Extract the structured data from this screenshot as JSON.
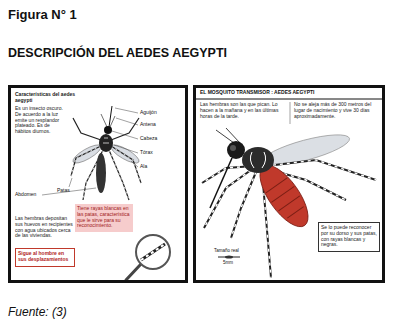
{
  "diagram": {
    "title": "DESCRIPCIÓN DEL AEDES AEGYPTI",
    "caption": "Fuente: (3)",
    "nodes": [
      {
        "text": [
          "Características del aedes aegypti",
          "Es un insecto oscuro. De acuerdo a la luz emite un resplandor plateado. Es de hábitos diurnos.",
          "Las hembras depositan sus huevos en recipientes con agua ubicados cerca de las viviendas."
        ]
      },
      {
        "text": [
          "Tiene rayas blancas en las patas, característica que le sirve para su reconocimiento."
        ],
        "in": 0
      },
      {
        "text": [
          "Sigue al hombre en sus desplazamientos"
        ],
        "in": 0
      },
      {
        "text": [
          "EL MOSQUITO TRANSMISOR : AEDES AEGYPTI",
          "Las hembras son las que pican. Lo hacen a la mañana y en las últimas horas de la tarde.",
          "No se aleja más de 300 metros del lugar de nacimiento y vive 30 días aproximadamente."
        ]
      },
      {
        "text": [
          "Se lo puede reconocer por su dorso y sus patas, con rayas blancas y negras."
        ],
        "in": 3
      }
    ],
    "labels": [
      "Figura N° 1",
      "Aguijón",
      "Antena",
      "Cabeza",
      "Tórax",
      "Ala",
      "Patas",
      "Abdomen",
      "Tamaño real",
      "5mm"
    ]
  }
}
